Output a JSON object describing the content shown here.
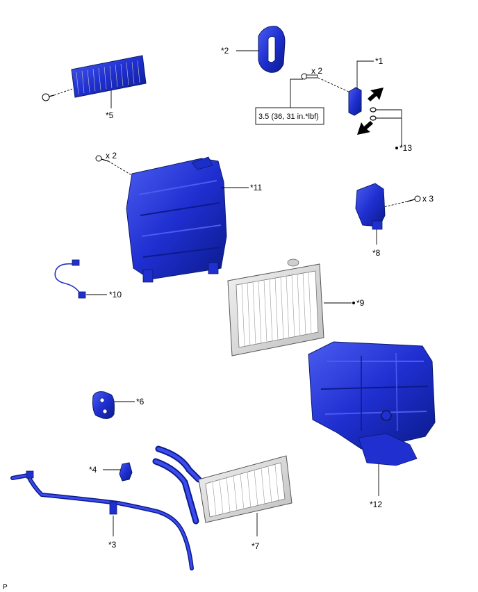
{
  "colors": {
    "part_blue": "#1f2fd0",
    "part_dark": "#0a1a6a",
    "part_light": "#4a5cf0",
    "core_gray": "#d9d9d9",
    "line": "#000000"
  },
  "callouts": {
    "p1": "*1",
    "p2": "*2",
    "p3": "*3",
    "p4": "*4",
    "p5": "*5",
    "p6": "*6",
    "p7": "*7",
    "p8": "*8",
    "p9": "*9",
    "p10": "*10",
    "p11": "*11",
    "p12": "*12",
    "p13": "*13"
  },
  "quantities": {
    "bolt_top": "x 2",
    "screw_housing": "x 2",
    "screw_bracket": "x 3"
  },
  "torque_spec": "3.5 (36, 31 in.*lbf)",
  "corner_mark": "P",
  "icons": [
    "arrow-icon",
    "dot-icon",
    "screw-icon",
    "bolt-icon"
  ]
}
